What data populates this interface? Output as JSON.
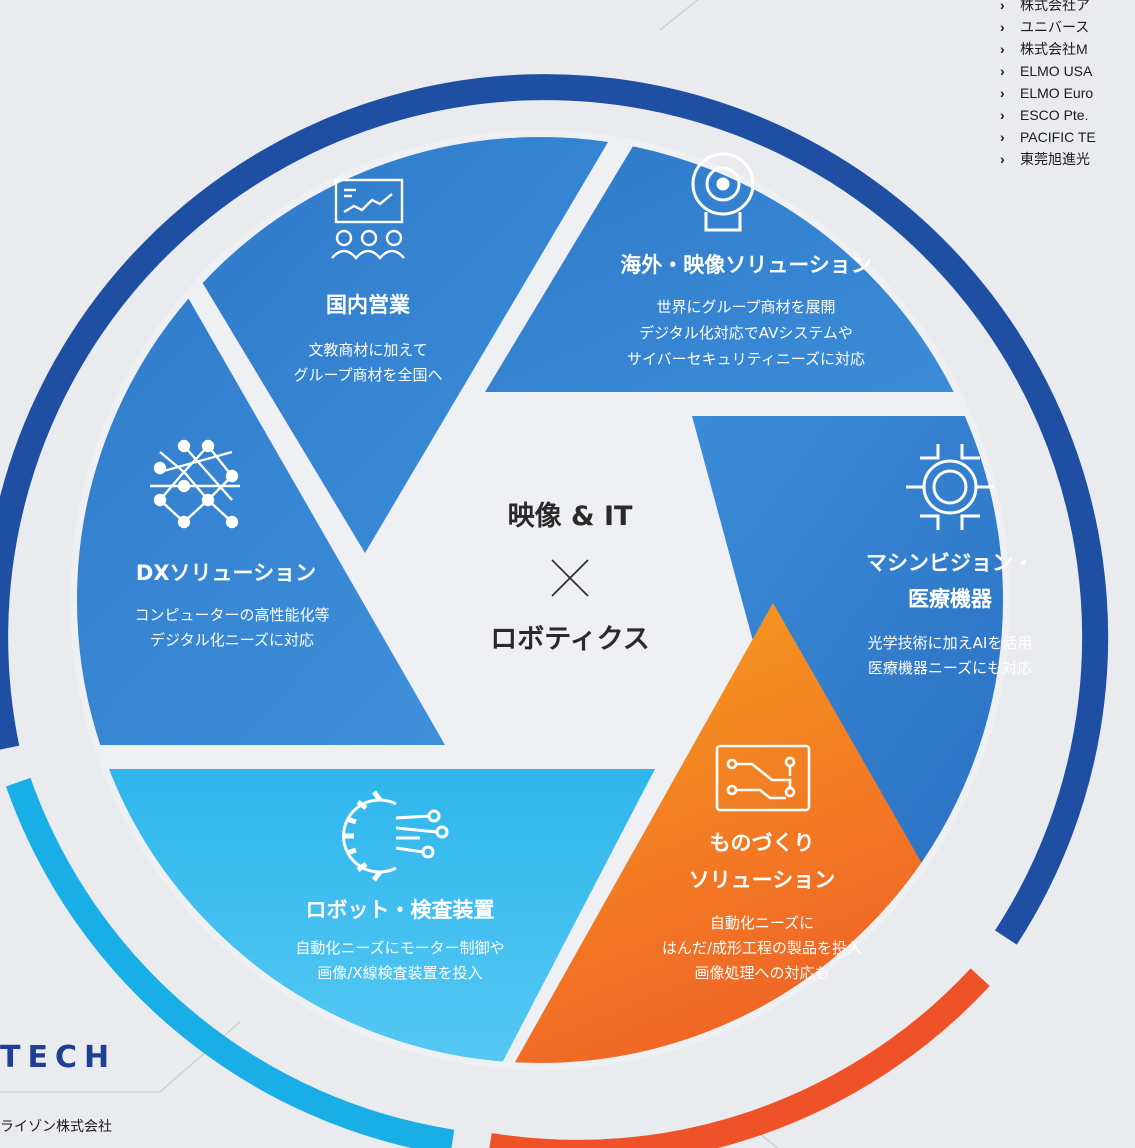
{
  "company_list": [
    "株式会社ア",
    "ユニバース",
    "株式会社M",
    "ELMO USA",
    "ELMO Euro",
    "ESCO Pte.",
    "PACIFIC TE",
    "東莞旭進光"
  ],
  "center": {
    "line1": "映像 & IT",
    "times": "×",
    "line2": "ロボティクス"
  },
  "segments": {
    "domestic": {
      "title": "国内営業",
      "desc": [
        "文教商材に加えて",
        "グループ商材を全国へ"
      ],
      "icon": "meeting-presentation-icon"
    },
    "overseas": {
      "title": "海外・映像ソリューション",
      "desc": [
        "世界にグループ商材を展開",
        "デジタル化対応でAVシステムや",
        "サイバーセキュリティニーズに対応"
      ],
      "icon": "webcam-icon"
    },
    "vision": {
      "title": [
        "マシンビジョン・",
        "医療機器"
      ],
      "desc": [
        "光学技術に加えAIを活用",
        "医療機器ニーズにも対応"
      ],
      "icon": "target-lens-icon"
    },
    "monozukuri": {
      "title": [
        "ものづくり",
        "ソリューション"
      ],
      "desc": [
        "自動化ニーズに",
        "はんだ/成形工程の製品を投入",
        "画像処理への対応も"
      ],
      "icon": "circuit-board-icon"
    },
    "robot": {
      "title": "ロボット・検査装置",
      "desc": [
        "自動化ニーズにモーター制御や",
        "画像/X線検査装置を投入"
      ],
      "icon": "gear-network-icon"
    },
    "dx": {
      "title": "DXソリューション",
      "desc": [
        "コンピューターの高性能化等",
        "デジタル化ニーズに対応"
      ],
      "icon": "network-graph-icon"
    }
  },
  "brand_text": "TECH",
  "company_text": "ライゾン株式会社",
  "colors": {
    "navy": "#1f4fa3",
    "blue": "#2f7fcf",
    "sky": "#1aaee6",
    "orange": "#f28a1a",
    "red_orange": "#ef5128",
    "background": "#e9ebee"
  }
}
